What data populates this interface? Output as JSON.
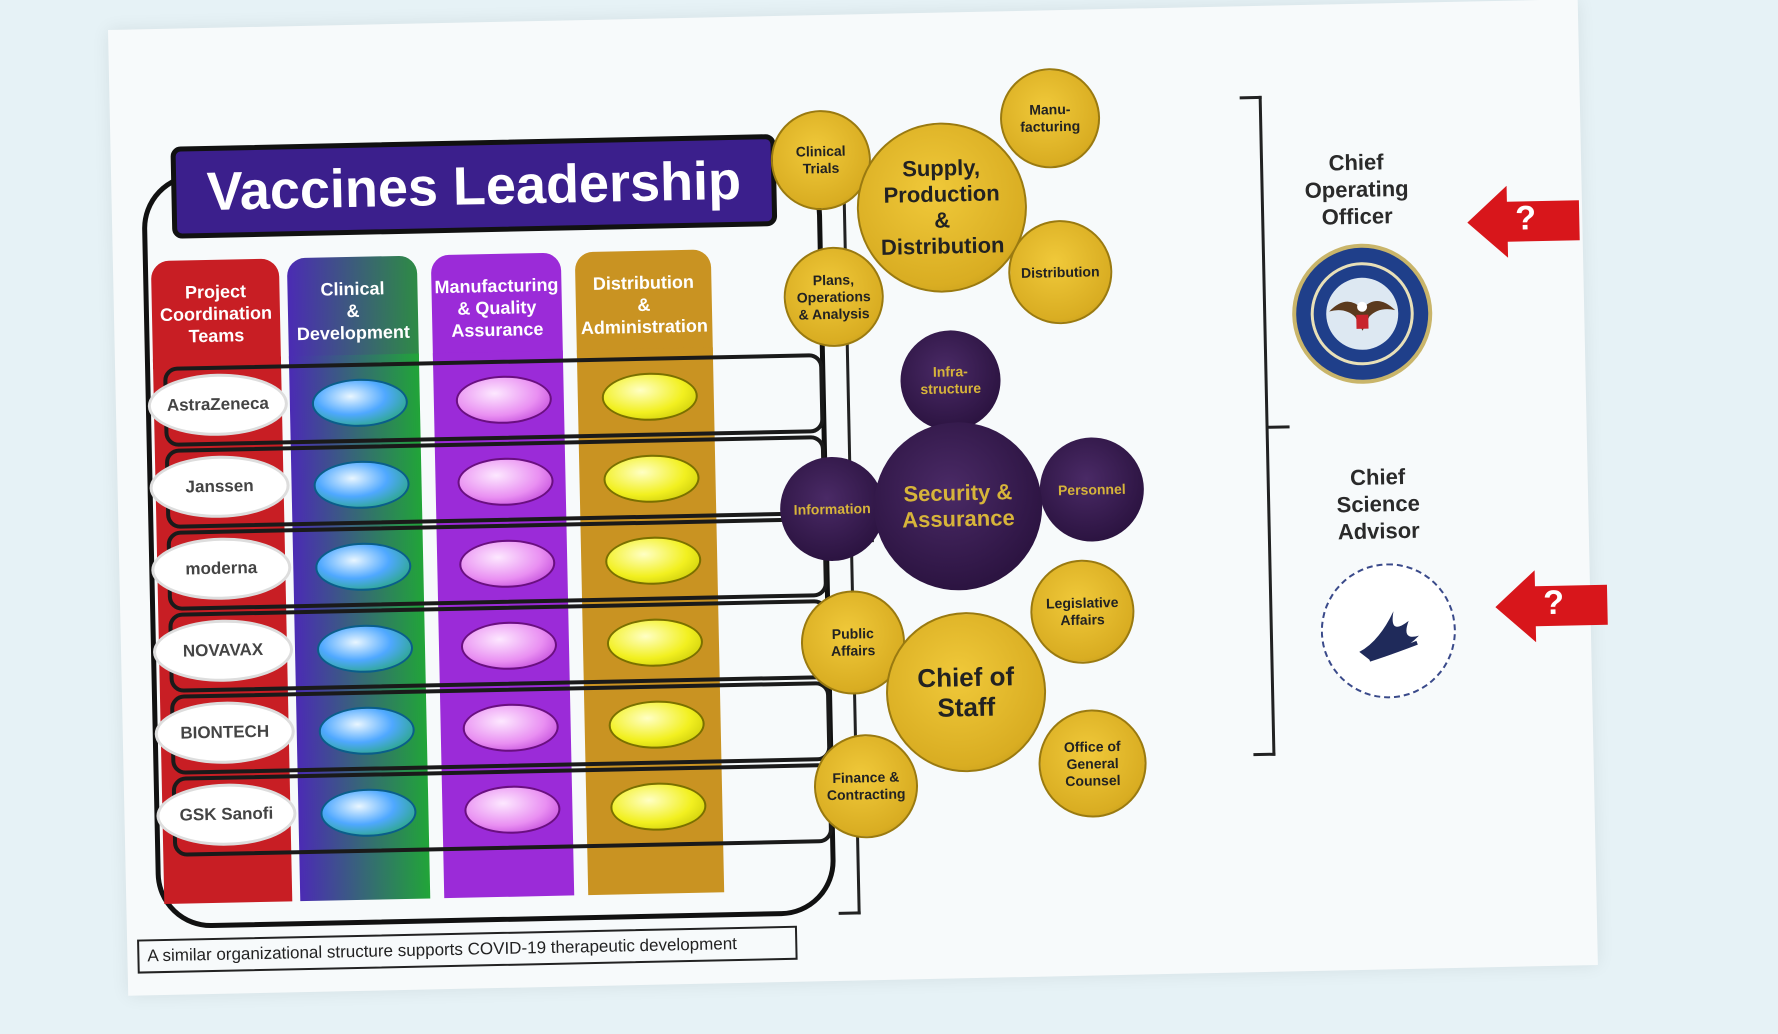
{
  "title": "Vaccines Leadership",
  "columns": [
    {
      "label": "Project\nCoordination\nTeams",
      "color": "#c81e24"
    },
    {
      "label": "Clinical\n&\nDevelopment",
      "color": "#5a2bb0"
    },
    {
      "label": "Manufacturing\n& Quality\nAssurance",
      "color": "#9b2bd8"
    },
    {
      "label": "Distribution\n&\nAdministration",
      "color": "#c99322"
    }
  ],
  "companies": [
    "AstraZeneca",
    "Janssen",
    "moderna",
    "NOVAVAX",
    "BIONTECH",
    "GSK Sanofi"
  ],
  "footnote": "A similar organizational structure supports COVID-19 therapeutic development",
  "supply_cluster": {
    "center": "Supply,\nProduction\n&\nDistribution",
    "satellites": [
      "Clinical\nTrials",
      "Manu-\nfacturing",
      "Plans,\nOperations\n& Analysis",
      "Distribution"
    ]
  },
  "security_cluster": {
    "center": "Security &\nAssurance",
    "satellites": [
      "Infra-\nstructure",
      "Information",
      "Personnel"
    ]
  },
  "staff_cluster": {
    "center": "Chief of Staff",
    "satellites": [
      "Public\nAffairs",
      "Legislative\nAffairs",
      "Finance &\nContracting",
      "Office of\nGeneral\nCounsel"
    ]
  },
  "roles": [
    {
      "label": "Chief\nOperating\nOfficer",
      "seal": "dod-seal-icon"
    },
    {
      "label": "Chief\nScience\nAdvisor",
      "seal": "hhs-seal-icon"
    }
  ],
  "arrow_label": "?",
  "colors": {
    "gold": "#d9ad22",
    "purple": "#2b1340",
    "arrow": "#d8161b"
  }
}
